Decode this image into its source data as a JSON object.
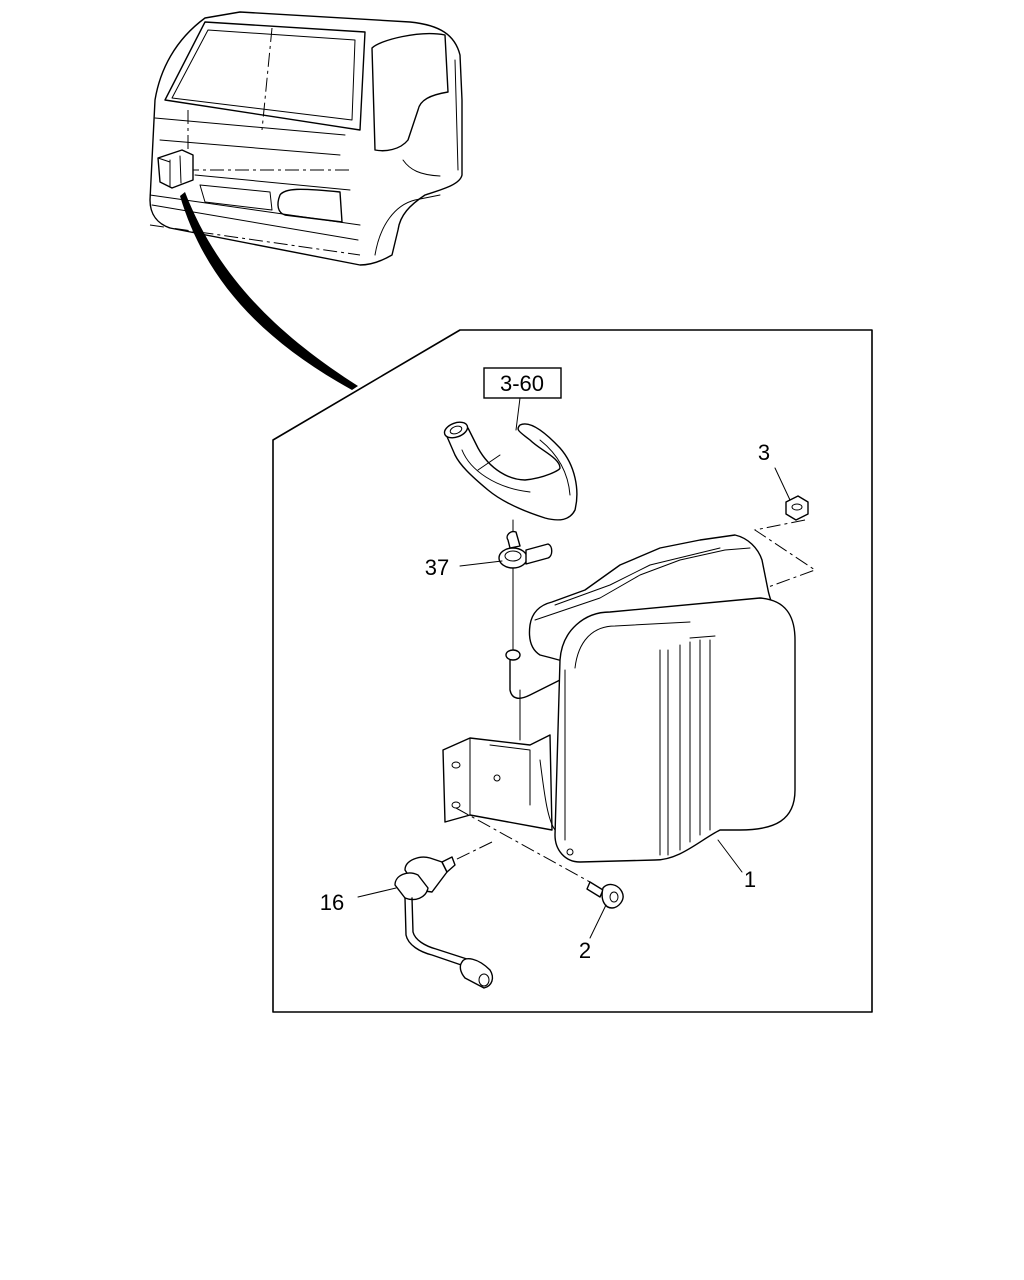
{
  "diagram": {
    "reference_box": "3-60",
    "callouts": {
      "part_1": "1",
      "part_2": "2",
      "part_3": "3",
      "part_16": "16",
      "part_37": "37"
    }
  }
}
